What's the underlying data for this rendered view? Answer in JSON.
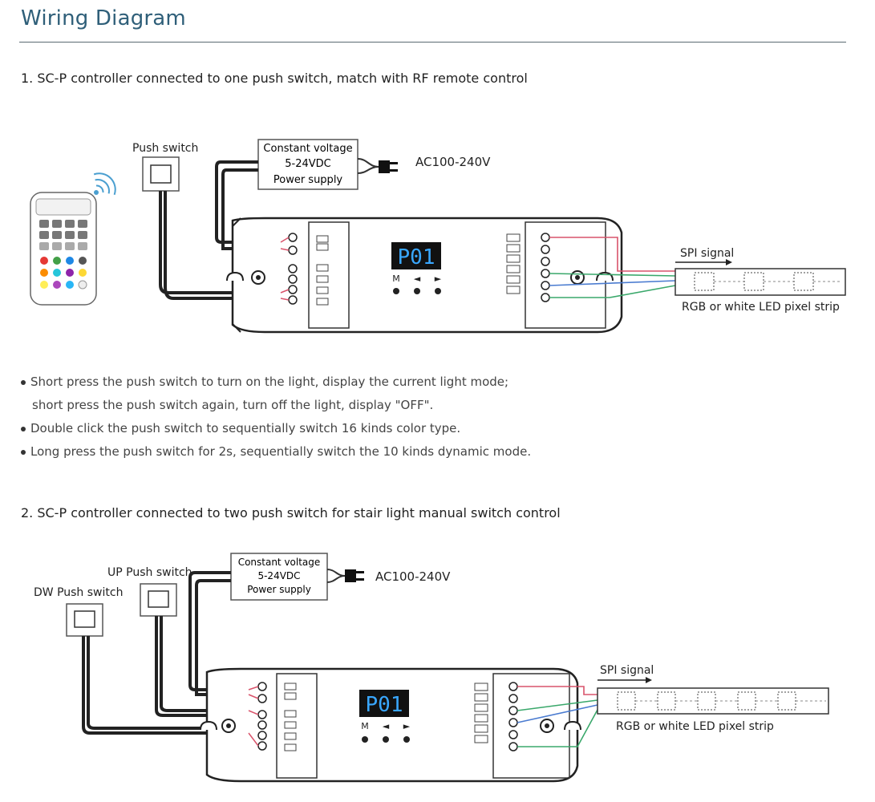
{
  "header": {
    "title": "Wiring Diagram"
  },
  "section1": {
    "heading": "1. SC-P controller connected to one push switch, match with RF remote control",
    "push_switch_label": "Push switch",
    "power_supply": {
      "line1": "Constant voltage",
      "line2": "5-24VDC",
      "line3": "Power supply"
    },
    "ac_label": "AC100-240V",
    "display": "P01",
    "button_labels": [
      "M",
      "◄",
      "►"
    ],
    "spi_label": "SPI signal",
    "strip_label": "RGB or white LED pixel strip"
  },
  "notes": {
    "items": [
      "Short press the push switch to turn on the light, display the current light mode;",
      "short press the push switch again, turn off the light, display \"OFF\".",
      "Double click the push switch to sequentially switch 16 kinds color type.",
      "Long press the push switch for 2s, sequentially switch the 10 kinds dynamic mode."
    ]
  },
  "section2": {
    "heading": "2. SC-P controller connected to two push switch for stair light manual switch control",
    "up_switch_label": "UP Push switch",
    "dw_switch_label": "DW Push switch",
    "power_supply": {
      "line1": "Constant voltage",
      "line2": "5-24VDC",
      "line3": "Power supply"
    },
    "ac_label": "AC100-240V",
    "display": "P01",
    "button_labels": [
      "M",
      "◄",
      "►"
    ],
    "spi_label": "SPI signal",
    "strip_label": "RGB or white LED pixel strip"
  },
  "colors": {
    "title": "#2f5f79",
    "wire": "#222222",
    "spi_red": "#d9536b",
    "spi_green": "#3aa86b",
    "spi_blue": "#4a7bd0",
    "display_bg": "#111111",
    "display_text": "#39a7ff"
  }
}
